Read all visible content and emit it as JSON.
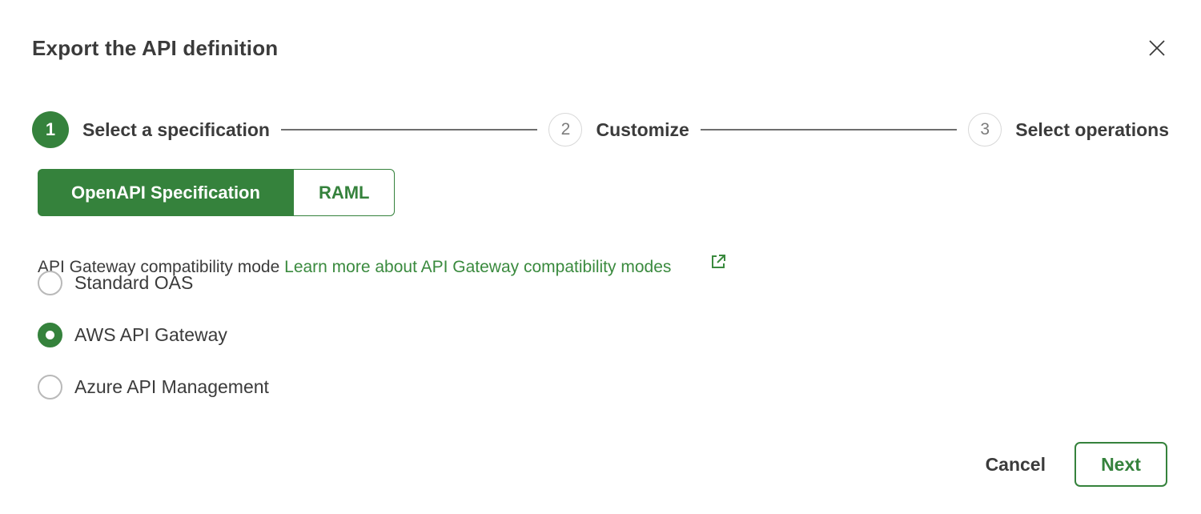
{
  "dialog": {
    "title": "Export the API definition"
  },
  "colors": {
    "accent_green": "#35823C",
    "link_green": "#3A8A3E",
    "text_dark": "#3B3B3B",
    "step_inactive_border": "#D8D8D8",
    "step_inactive_text": "#7C7C7C",
    "connector_gray": "#6E6E6E",
    "radio_border_gray": "#B9B9B9"
  },
  "stepper": {
    "steps": [
      {
        "number": "1",
        "label": "Select a specification",
        "state": "active"
      },
      {
        "number": "2",
        "label": "Customize",
        "state": "upcoming"
      },
      {
        "number": "3",
        "label": "Select operations",
        "state": "upcoming"
      }
    ]
  },
  "spec_toggle": {
    "options": [
      {
        "label": "OpenAPI Specification",
        "selected": true
      },
      {
        "label": "RAML",
        "selected": false
      }
    ]
  },
  "compatibility": {
    "label": "API Gateway compatibility mode ",
    "link_text": "Learn more about API Gateway compatibility modes",
    "link_icon": "external-link-icon"
  },
  "radio_group": {
    "options": [
      {
        "label": "Standard OAS",
        "selected": false
      },
      {
        "label": "AWS API Gateway",
        "selected": true
      },
      {
        "label": "Azure API Management",
        "selected": false
      }
    ]
  },
  "footer": {
    "cancel_label": "Cancel",
    "next_label": "Next"
  }
}
